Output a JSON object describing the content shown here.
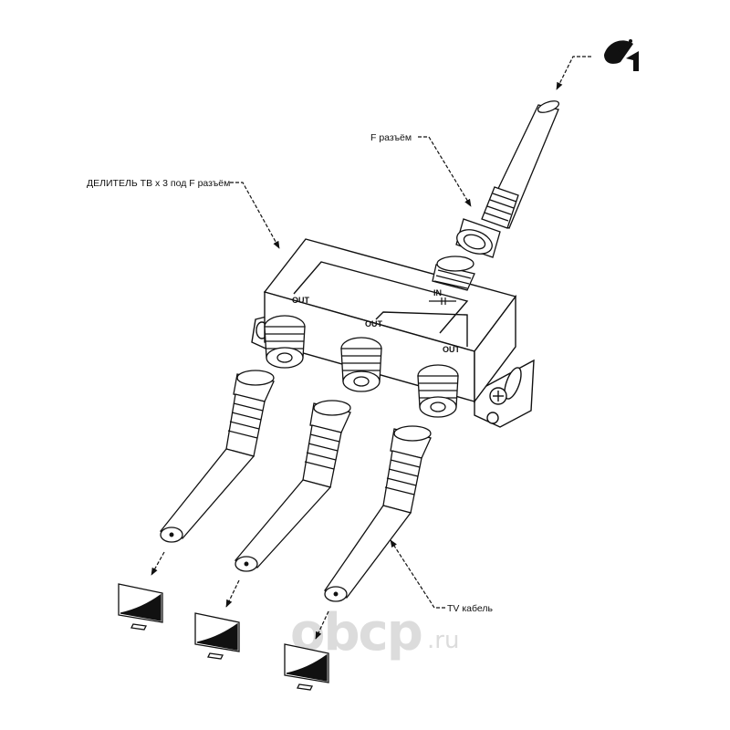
{
  "labels": {
    "splitter": "ДЕЛИТЕЛЬ ТВ х 3 под F разъём",
    "f_connector": "F разъём",
    "tv_cable": "TV кабель"
  },
  "ports": {
    "in": "IN",
    "out": "OUT"
  },
  "watermark": {
    "brand": "obcp",
    "domain": ".ru"
  },
  "icons": [
    "satellite-dish-icon",
    "tv-icon",
    "tv-icon",
    "tv-icon"
  ],
  "colors": {
    "line": "#111111",
    "fill": "#ffffff",
    "watermark": "#dcdcdc"
  }
}
